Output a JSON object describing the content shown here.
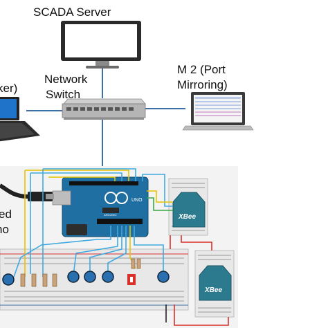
{
  "labels": {
    "scada_server": "SCADA Server",
    "network_line1": "Network",
    "network_line2": "Switch",
    "m2_line1": "M 2 (Port",
    "m2_line2": "Mirroring)",
    "attacker_fragment": "ker)",
    "arduino_line1": "ed",
    "arduino_line2": "no"
  },
  "board_text": {
    "arduino_logo": "UNO",
    "arduino_brand": "ARDUINO",
    "xbee_top": "XBee",
    "xbee_bottom": "XBee"
  },
  "colors": {
    "link": "#3b6fa6",
    "breadboard": "#e8e8e8",
    "arduino": "#1f6fa3",
    "xbee": "#2c7a8e",
    "wire_blue": "#3fa9e0",
    "wire_yellow": "#e6c200",
    "wire_green": "#39a845",
    "wire_red": "#d9302b",
    "wire_black": "#222222"
  }
}
